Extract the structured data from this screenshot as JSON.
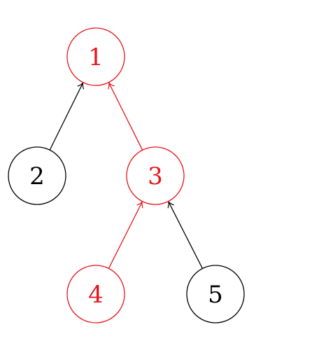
{
  "colors": {
    "highlight": "#e8141a",
    "normal": "#000000",
    "background": "#ffffff"
  },
  "nodes": [
    {
      "id": "1",
      "label": "1",
      "highlighted": true
    },
    {
      "id": "2",
      "label": "2",
      "highlighted": false
    },
    {
      "id": "3",
      "label": "3",
      "highlighted": true
    },
    {
      "id": "4",
      "label": "4",
      "highlighted": true
    },
    {
      "id": "5",
      "label": "5",
      "highlighted": false
    }
  ],
  "edges": [
    {
      "from": "2",
      "to": "1",
      "highlighted": false
    },
    {
      "from": "3",
      "to": "1",
      "highlighted": true
    },
    {
      "from": "4",
      "to": "3",
      "highlighted": true
    },
    {
      "from": "5",
      "to": "3",
      "highlighted": false
    }
  ]
}
